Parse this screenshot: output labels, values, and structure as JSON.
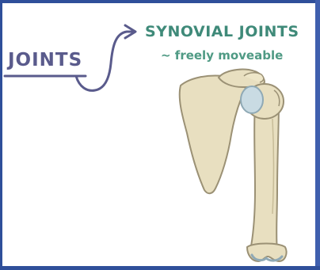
{
  "main_label": "JOINTS",
  "sub_label": "SYNOVIAL JOINTS",
  "sub_description": "~ freely moveable",
  "colors": {
    "main_label": "#5a5b8c",
    "synovial_label": "#3f8a79",
    "bone_fill": "#e8dfc0",
    "bone_outline": "#9b9175",
    "cartilage": "#c9dbe3",
    "frame": "#2f4f9a"
  },
  "illustration": {
    "subject": "shoulder joint: scapula and humerus",
    "arrow": "from JOINTS to SYNOVIAL JOINTS"
  }
}
